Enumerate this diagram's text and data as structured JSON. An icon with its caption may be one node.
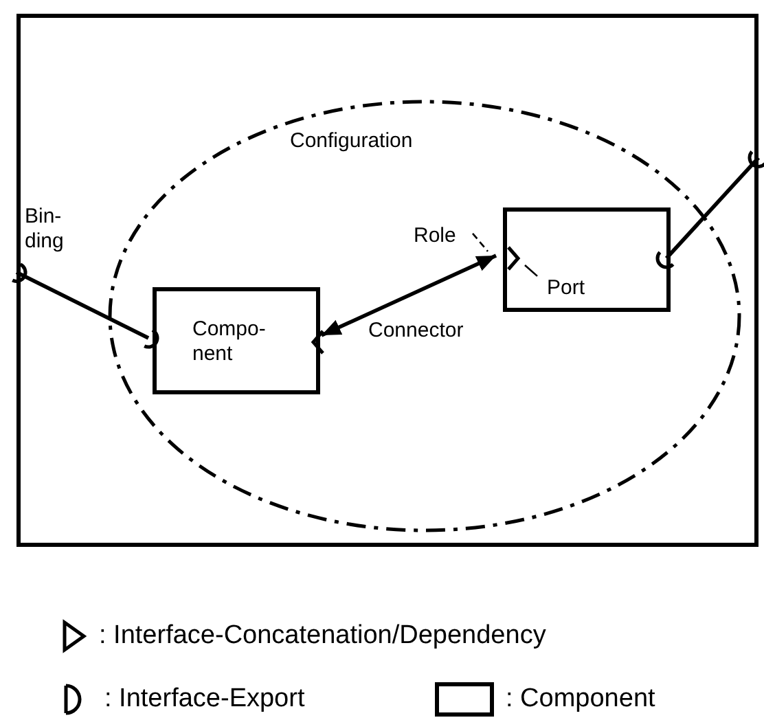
{
  "diagram": {
    "nodes": [
      {
        "text": [],
        "shape": "box"
      },
      {
        "text": [
          "Configuration"
        ],
        "in": 0
      },
      {
        "text": [
          "Compo- nent"
        ],
        "in": 1
      },
      {
        "text": [],
        "shape": "box",
        "in": 1
      },
      {
        "text": [
          "Role"
        ],
        "in": 1
      },
      {
        "text": [
          "Port"
        ],
        "in": 3
      }
    ],
    "edges": [
      {
        "from": 0,
        "to": 2,
        "arrow": "other",
        "label": "Bin- ding"
      },
      {
        "from": 2,
        "to": 3,
        "arrow": "both",
        "label": "Connector"
      },
      {
        "from": 0,
        "to": 3,
        "arrow": "other"
      },
      {
        "from": 4,
        "to": 3,
        "arrow": "none",
        "style": "dashed"
      },
      {
        "from": 5,
        "to": null,
        "arrow": "none"
      }
    ],
    "legend": [
      {
        "text": ": Interface-Concatenation/Dependency"
      },
      {
        "text": ": Interface-Export"
      },
      {
        "text": ": Component"
      }
    ]
  }
}
